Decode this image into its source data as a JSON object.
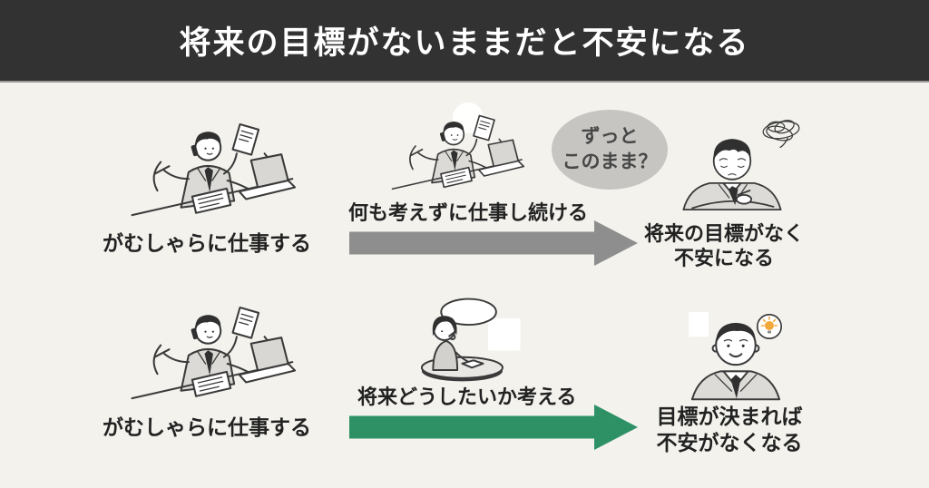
{
  "header": {
    "title": "将来の目標がないままだと不安になる"
  },
  "colors": {
    "header_bg": "#323232",
    "header_text": "#ffffff",
    "background": "#f3f2ed",
    "text": "#222222",
    "gray_arrow": "#8e8e8e",
    "green_arrow": "#2e9166",
    "bubble_bg": "#c6c5c1",
    "bubble_text": "#474747",
    "divider": "#9a9a9a",
    "lightbulb": "#f2a93b"
  },
  "rows": {
    "top": {
      "start_caption": "がむしゃらに仕事する",
      "arrow_label": "何も考えずに仕事し続ける",
      "arrow_color": "gray",
      "bubble_line1": "ずっと",
      "bubble_line2": "このまま？",
      "result_line1": "将来の目標がなく",
      "result_line2": "不安になる"
    },
    "bottom": {
      "start_caption": "がむしゃらに仕事する",
      "arrow_label": "将来どうしたいか考える",
      "arrow_color": "green",
      "result_line1": "目標が決まれば",
      "result_line2": "不安がなくなる"
    }
  },
  "icons": {
    "busy_worker": "busy-worker-illustration",
    "thinking_person": "thinking-person-illustration",
    "anxious_man": "anxious-man-illustration",
    "confident_man": "confident-man-illustration",
    "scribble": "scribble-icon",
    "lightbulb": "lightbulb-icon",
    "speech_bubble": "speech-bubble"
  }
}
